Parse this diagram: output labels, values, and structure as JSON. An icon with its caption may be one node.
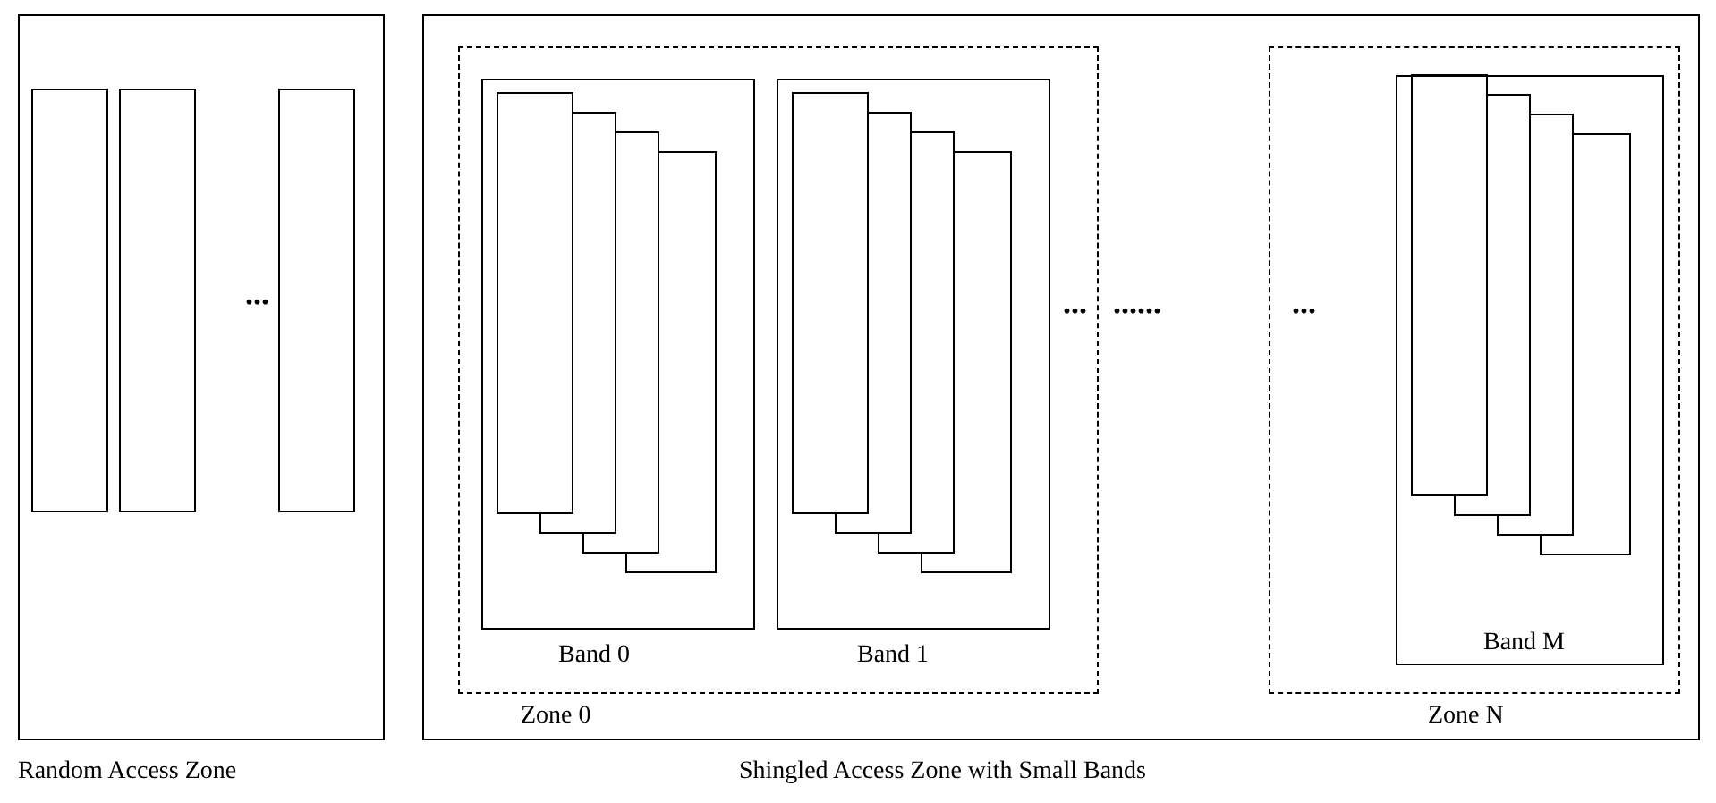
{
  "diagram": {
    "nodes": [
      {
        "text": [
          "Random Access Zone"
        ]
      },
      {
        "text": [],
        "shape": "box",
        "in": 0
      },
      {
        "text": [],
        "shape": "box",
        "in": 0
      },
      {
        "text": [],
        "shape": "box",
        "in": 0
      },
      {
        "text": [
          "Shingled Access Zone with Small Bands"
        ]
      },
      {
        "text": [
          "Zone 0"
        ],
        "in": 4
      },
      {
        "text": [
          "Band 0"
        ],
        "in": 5
      },
      {
        "text": [],
        "shape": "box",
        "in": 6
      },
      {
        "text": [],
        "shape": "box",
        "in": 6
      },
      {
        "text": [],
        "shape": "box",
        "in": 6
      },
      {
        "text": [],
        "shape": "box",
        "in": 6
      },
      {
        "text": [
          "Band 1"
        ],
        "in": 5
      },
      {
        "text": [],
        "shape": "box",
        "in": 11
      },
      {
        "text": [],
        "shape": "box",
        "in": 11
      },
      {
        "text": [],
        "shape": "box",
        "in": 11
      },
      {
        "text": [],
        "shape": "box",
        "in": 11
      },
      {
        "text": [
          "Zone N"
        ],
        "in": 4
      },
      {
        "text": [
          "Band M"
        ],
        "in": 16
      },
      {
        "text": [],
        "shape": "box",
        "in": 17
      },
      {
        "text": [],
        "shape": "box",
        "in": 17
      },
      {
        "text": [],
        "shape": "box",
        "in": 17
      },
      {
        "text": [],
        "shape": "box",
        "in": 17
      }
    ],
    "edges": [],
    "labels": [
      "...",
      "...",
      "......",
      "..."
    ]
  }
}
